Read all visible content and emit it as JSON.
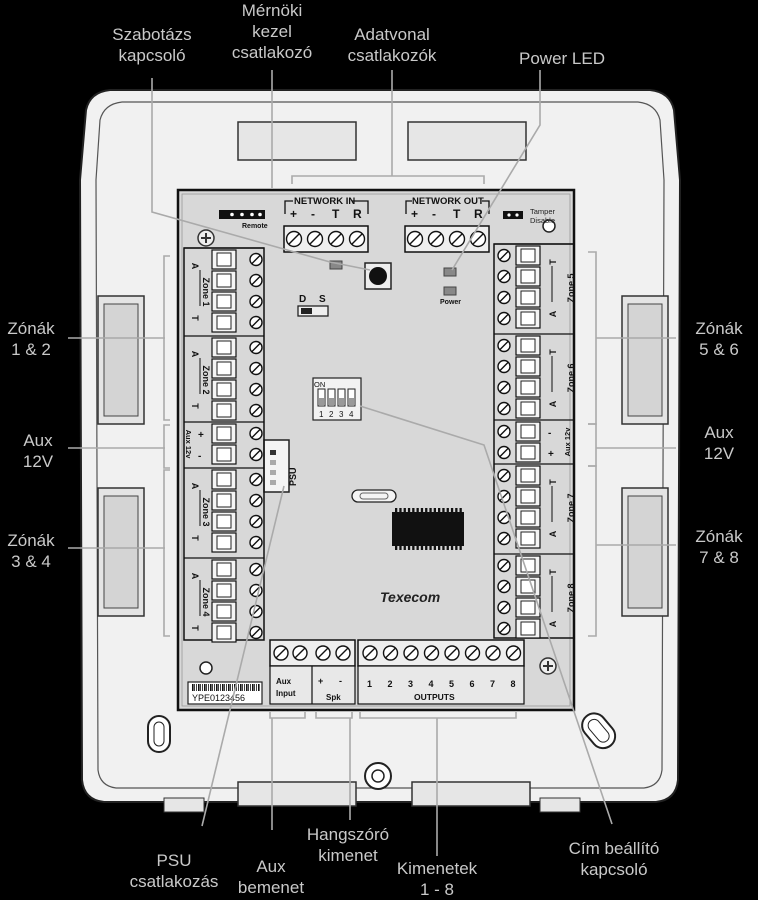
{
  "callouts": {
    "tamper_switch": [
      "Szabotázs",
      "kapcsoló"
    ],
    "eng_keypad": [
      "Mérnöki",
      "kezel",
      "csatlakozó"
    ],
    "network_connectors": [
      "Adatvonal",
      "csatlakozók"
    ],
    "power_led": [
      "Power LED"
    ],
    "zones_1_2": [
      "Zónák",
      "1 & 2"
    ],
    "aux_12v_left": [
      "Aux",
      "12V"
    ],
    "zones_3_4": [
      "Zónák",
      "3 & 4"
    ],
    "zones_5_6": [
      "Zónák",
      "5 & 6"
    ],
    "aux_12v_right": [
      "Aux",
      "12V"
    ],
    "zones_7_8": [
      "Zónák",
      "7 & 8"
    ],
    "address_switch": [
      "Cím beállító",
      "kapcsoló"
    ],
    "psu_connector": [
      "PSU",
      "csatlakozás"
    ],
    "aux_input": [
      "Aux",
      "bemenet"
    ],
    "speaker_output": [
      "Hangszóró",
      "kimenet"
    ],
    "outputs_1_8": [
      "Kimenetek",
      "1 - 8"
    ]
  },
  "board": {
    "remote": "Remote",
    "network_in": "NETWORK IN",
    "network_out": "NETWORK OUT",
    "net_pins": [
      "+",
      "-",
      "T",
      "R"
    ],
    "tamper_disable": [
      "Tamper",
      "Disable"
    ],
    "power": "Power",
    "ds": [
      "D",
      "S"
    ],
    "dip_on": "ON",
    "dip_nums": [
      "1",
      "2",
      "3",
      "4"
    ],
    "psu": "PSU",
    "brand": "Texecom",
    "serial": "YPE0123456",
    "zones_left": [
      "Zone 1",
      "Zone 2",
      "Zone 3",
      "Zone 4"
    ],
    "zones_right": [
      "Zone 5",
      "Zone 6",
      "Zone 7",
      "Zone 8"
    ],
    "zone_pins": [
      "A",
      "T"
    ],
    "aux12v": "Aux 12v",
    "aux_pins": [
      "+",
      "-"
    ],
    "aux_input": [
      "Aux",
      "Input"
    ],
    "spk": "Spk",
    "spk_pins": [
      "+",
      "-"
    ],
    "outputs": "OUTPUTS",
    "output_nums": [
      "1",
      "2",
      "3",
      "4",
      "5",
      "6",
      "7",
      "8"
    ]
  }
}
